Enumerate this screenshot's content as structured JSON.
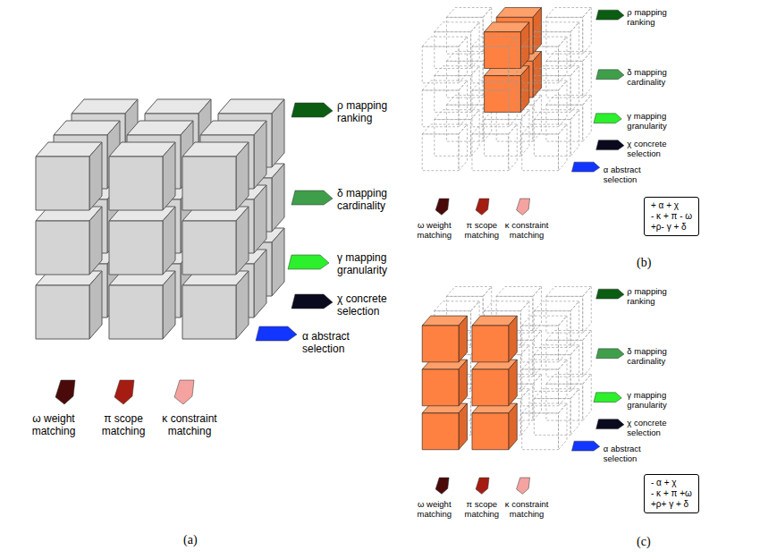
{
  "diagram": {
    "nodes": [
      {
        "text": [
          "+ α + χ",
          "- κ + π - ω",
          "+ρ- γ + δ"
        ]
      },
      {
        "text": [
          "- α + χ",
          "- κ + π +ω",
          "+ρ+ γ + δ"
        ]
      }
    ],
    "labels": [
      "(a)",
      "(b)",
      "(c)"
    ],
    "legend": [
      {
        "text": "ρ mapping ranking",
        "color": "#0b5d12"
      },
      {
        "text": "δ mapping cardinality",
        "color": "#3f9e4a"
      },
      {
        "text": "γ mapping granularity",
        "color": "#2bf02b"
      },
      {
        "text": "χ concrete selection",
        "color": "#0a0a1e"
      },
      {
        "text": "α abstract selection",
        "color": "#1236ff"
      },
      {
        "text": "ω weight matching",
        "color": "#4a0a0a"
      },
      {
        "text": "π scope matching",
        "color": "#a51c12"
      },
      {
        "text": "κ constraint matching",
        "color": "#f4a3a0"
      },
      {
        "text": "ρ mapping ranking",
        "color": "#0b5d12"
      },
      {
        "text": "δ mapping cardinality",
        "color": "#3f9e4a"
      },
      {
        "text": "γ mapping granularity",
        "color": "#2bf02b"
      },
      {
        "text": "χ concrete selection",
        "color": "#0a0a1e"
      },
      {
        "text": "α abstract selection",
        "color": "#1236ff"
      },
      {
        "text": "ω weight matching",
        "color": "#4a0a0a"
      },
      {
        "text": "π scope matching",
        "color": "#a51c12"
      },
      {
        "text": "κ constraint matching",
        "color": "#f4a3a0"
      },
      {
        "text": "ρ mapping ranking",
        "color": "#0b5d12"
      },
      {
        "text": "δ mapping cardinality",
        "color": "#3f9e4a"
      },
      {
        "text": "γ mapping granularity",
        "color": "#2bf02b"
      },
      {
        "text": "χ concrete selection",
        "color": "#0a0a1e"
      },
      {
        "text": "α abstract selection",
        "color": "#1236ff"
      },
      {
        "text": "ω weight matching",
        "color": "#4a0a0a"
      },
      {
        "text": "π scope matching",
        "color": "#a51c12"
      },
      {
        "text": "κ constraint matching",
        "color": "#f4a3a0"
      }
    ]
  }
}
